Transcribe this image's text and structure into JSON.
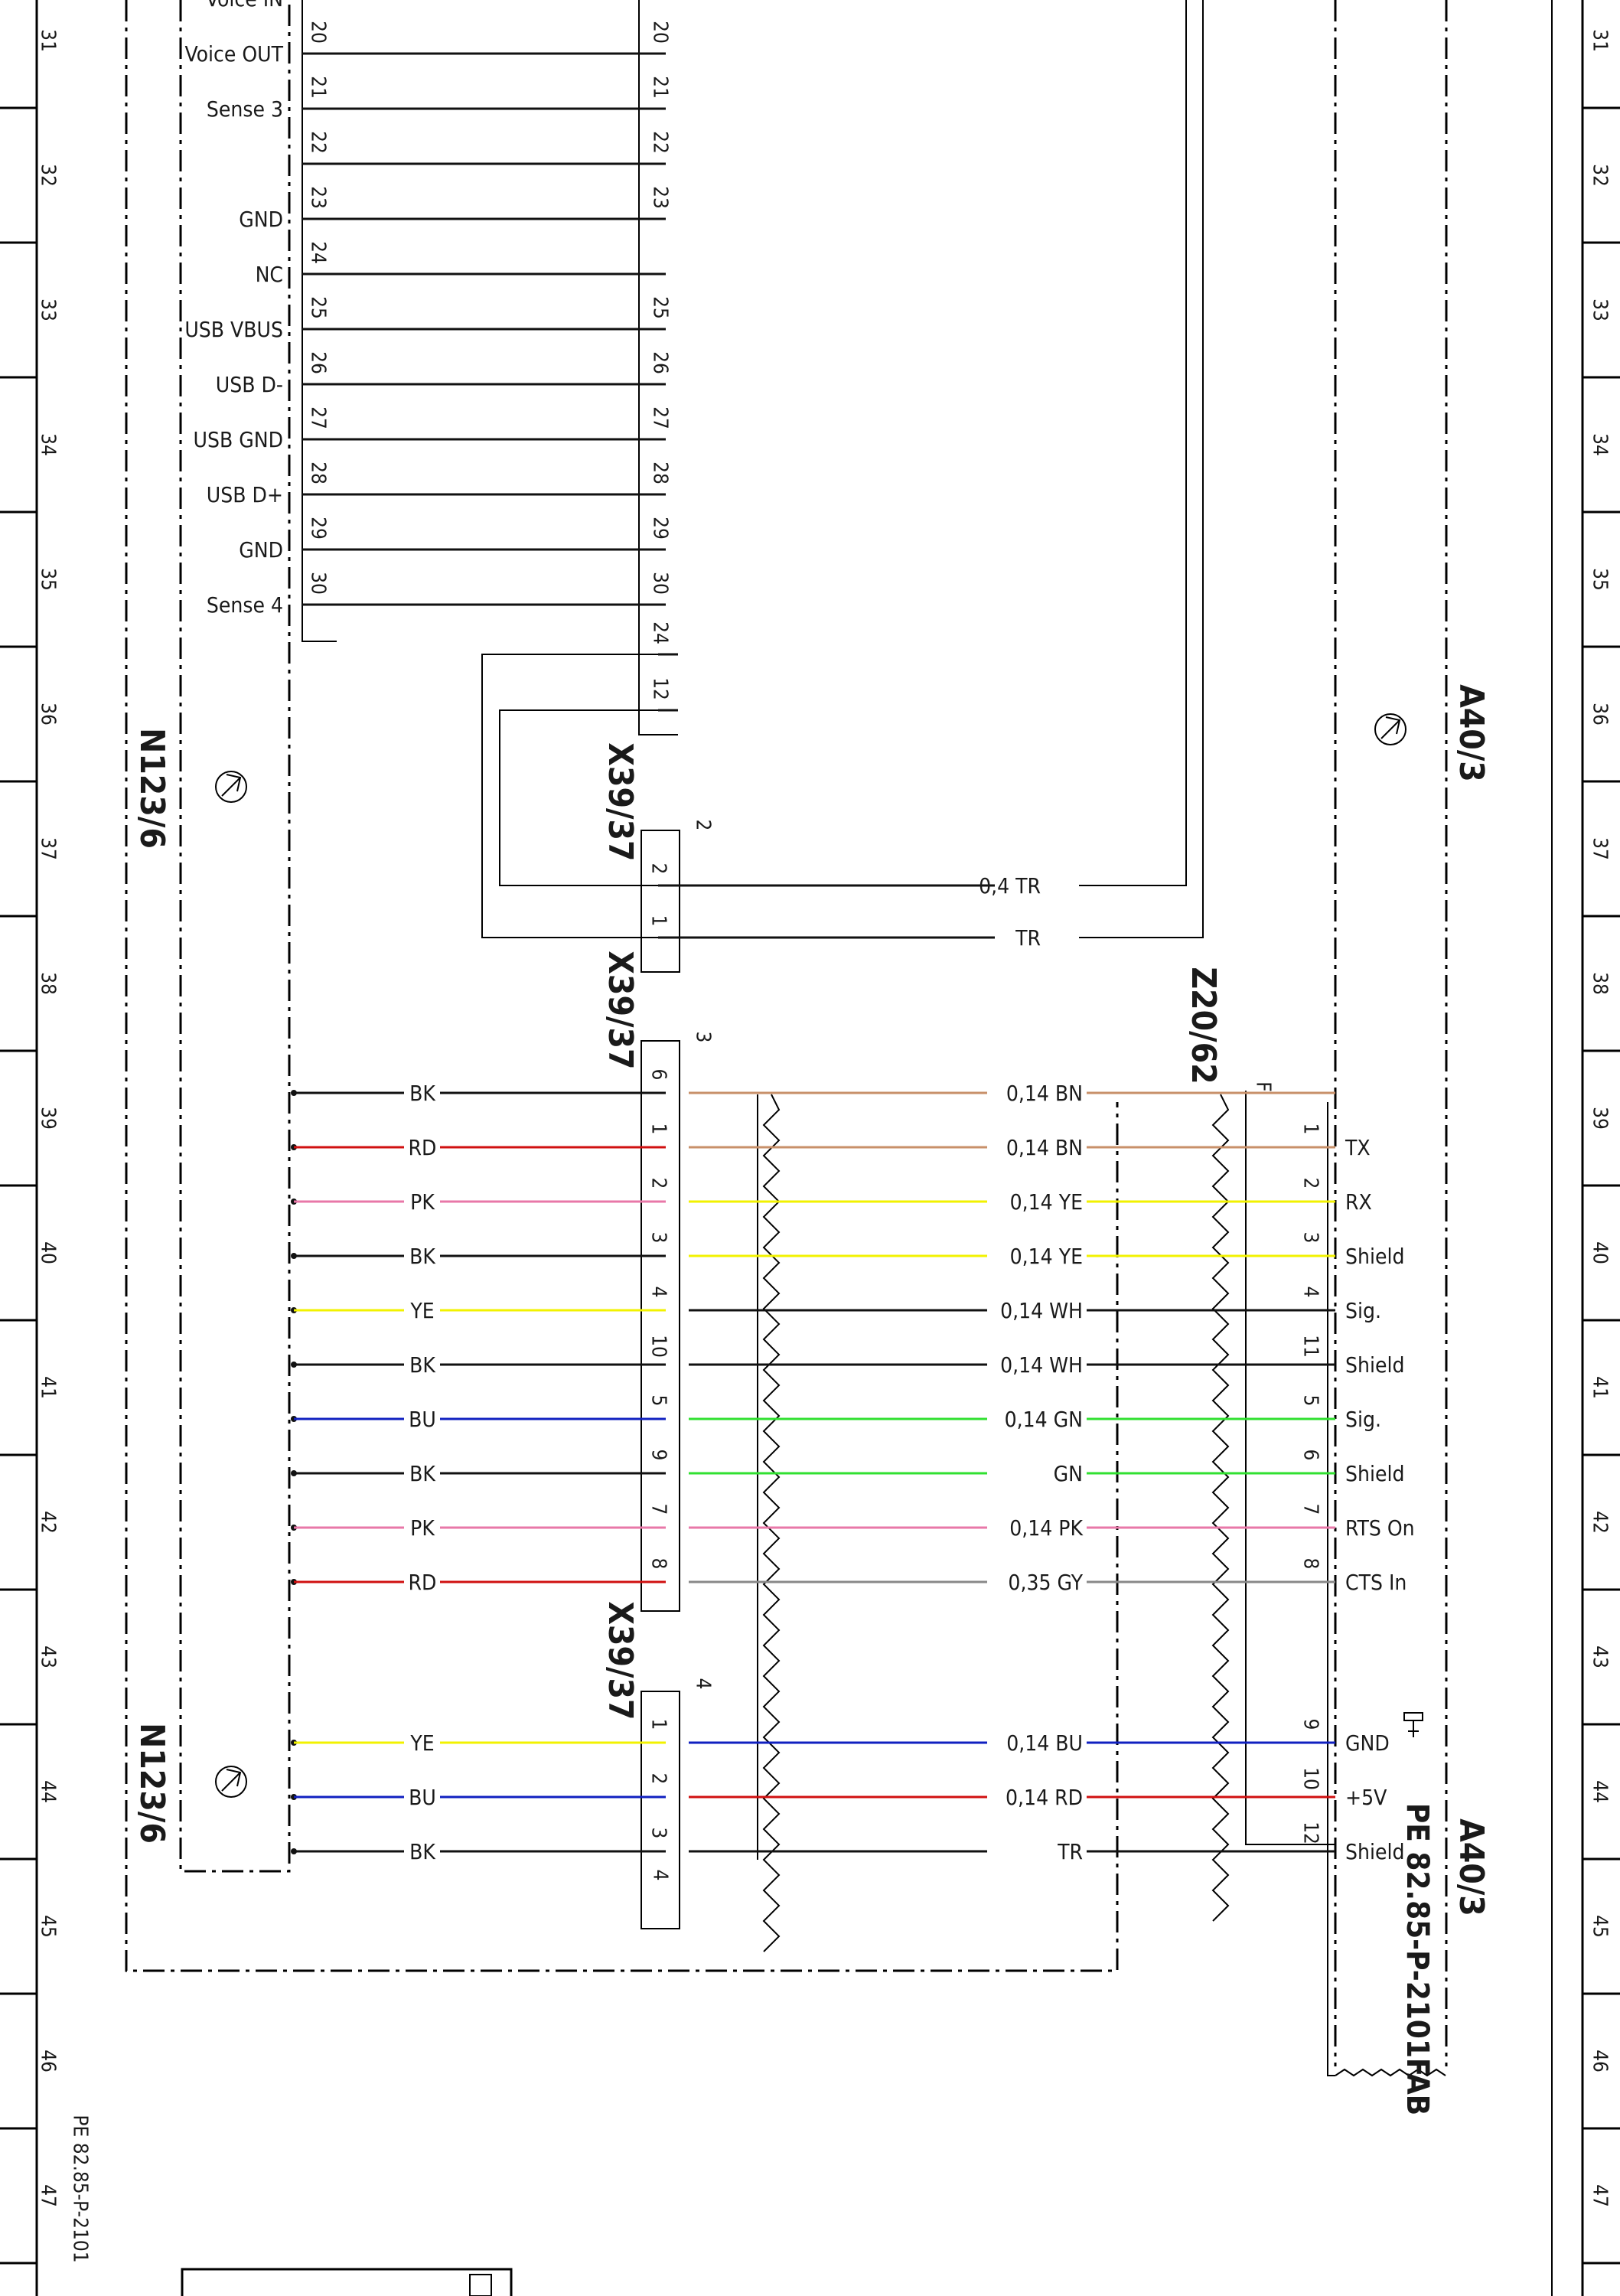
{
  "grid": {
    "rows": [
      "31",
      "32",
      "33",
      "34",
      "35",
      "36",
      "37",
      "38",
      "39",
      "40",
      "41",
      "42",
      "43",
      "44",
      "45",
      "46",
      "47"
    ]
  },
  "top_block": {
    "signals": [
      "Voice IN",
      "Voice OUT",
      "Sense 3",
      "",
      "GND",
      "NC",
      "USB VBUS",
      "USB D-",
      "USB GND",
      "USB D+",
      "GND",
      "Sense 4"
    ],
    "left_pins": [
      "",
      "20",
      "21",
      "22",
      "23",
      "24",
      "25",
      "26",
      "27",
      "28",
      "29",
      "30"
    ],
    "right_pins": [
      "",
      "20",
      "21",
      "22",
      "23",
      "",
      "25",
      "26",
      "27",
      "28",
      "29",
      "30",
      "24",
      "12"
    ]
  },
  "labels": {
    "n123_a": "N123/6",
    "n123_b": "N123/6",
    "x39_a": "X39/37",
    "x39_b": "X39/37",
    "x39_c": "X39/37",
    "a40_a": "A40/3",
    "a40_b": "A40/3",
    "z20": "Z20/62",
    "f_mark": "F",
    "conn2": "2",
    "conn3": "3",
    "conn4": "4",
    "ref_side": "PE 82.85-P-2101FAB",
    "ref_bottom": "PE 82.85-P-2101"
  },
  "twin": [
    {
      "pin": "2",
      "label": "0,4  TR"
    },
    {
      "pin": "1",
      "label": "TR"
    }
  ],
  "rows": [
    {
      "left": "BK",
      "lcolor": "#111111",
      "pin": "6",
      "mid": "0,14  BN",
      "mcolor": "#c8906a",
      "rpin": "",
      "sig": ""
    },
    {
      "left": "RD",
      "lcolor": "#d01010",
      "pin": "1",
      "mid": "0,14  BN",
      "mcolor": "#c8906a",
      "rpin": "1",
      "sig": "TX"
    },
    {
      "left": "PK",
      "lcolor": "#e878a8",
      "pin": "2",
      "mid": "0,14  YE",
      "mcolor": "#f2f200",
      "rpin": "2",
      "sig": "RX"
    },
    {
      "left": "BK",
      "lcolor": "#111111",
      "pin": "3",
      "mid": "0,14  YE",
      "mcolor": "#f2f200",
      "rpin": "3",
      "sig": "Shield"
    },
    {
      "left": "YE",
      "lcolor": "#f2f200",
      "pin": "4",
      "mid": "0,14  WH",
      "mcolor": "#111111",
      "rpin": "4",
      "sig": "Sig."
    },
    {
      "left": "BK",
      "lcolor": "#111111",
      "pin": "10",
      "mid": "0,14  WH",
      "mcolor": "#111111",
      "rpin": "11",
      "sig": "Shield"
    },
    {
      "left": "BU",
      "lcolor": "#1020c0",
      "pin": "5",
      "mid": "0,14  GN",
      "mcolor": "#30e030",
      "rpin": "5",
      "sig": "Sig."
    },
    {
      "left": "BK",
      "lcolor": "#111111",
      "pin": "9",
      "mid": "GN",
      "mcolor": "#30e030",
      "rpin": "6",
      "sig": "Shield"
    },
    {
      "left": "PK",
      "lcolor": "#e878a8",
      "pin": "7",
      "mid": "0,14  PK",
      "mcolor": "#e878a8",
      "rpin": "7",
      "sig": "RTS On"
    },
    {
      "left": "RD",
      "lcolor": "#d01010",
      "pin": "8",
      "mid": "0,35  GY",
      "mcolor": "#888888",
      "rpin": "8",
      "sig": "CTS In"
    }
  ],
  "rows2": [
    {
      "left": "YE",
      "lcolor": "#f2f200",
      "pin": "1",
      "mid": "0,14  BU",
      "mcolor": "#1020c0",
      "rpin": "9",
      "sig": "GND"
    },
    {
      "left": "BU",
      "lcolor": "#1020c0",
      "pin": "2",
      "mid": "0,14  RD",
      "mcolor": "#d01010",
      "rpin": "10",
      "sig": "+5V"
    },
    {
      "left": "BK",
      "lcolor": "#111111",
      "pin": "3",
      "mid": "TR",
      "mcolor": "#111111",
      "rpin": "12",
      "sig": "Shield"
    }
  ],
  "extra_pin": "4"
}
